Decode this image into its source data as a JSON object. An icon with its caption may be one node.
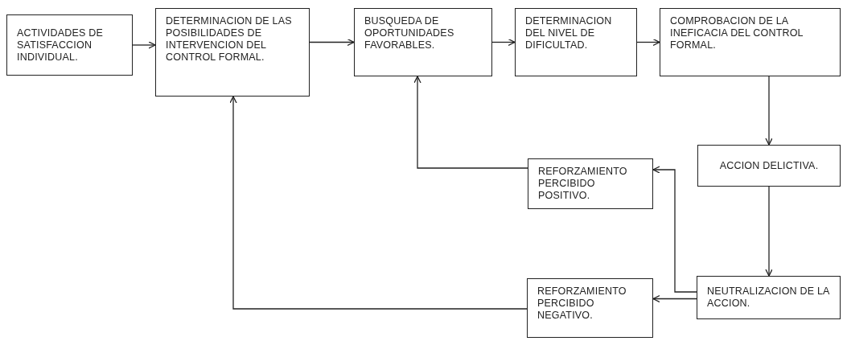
{
  "diagram": {
    "nodes": [
      {
        "text": [
          "ACTIVIDADES DE SATISFACCION INDIVIDUAL."
        ]
      },
      {
        "text": [
          "DETERMINACION DE LAS POSIBILIDADES DE INTERVENCION DEL CONTROL FORMAL."
        ]
      },
      {
        "text": [
          "BUSQUEDA DE OPORTUNIDADES FAVORABLES."
        ]
      },
      {
        "text": [
          "DETERMINACION DEL NIVEL DE DIFICULTAD."
        ]
      },
      {
        "text": [
          "COMPROBACION DE LA INEFICACIA DEL CONTROL FORMAL."
        ]
      },
      {
        "text": [
          "ACCION DELICTIVA."
        ]
      },
      {
        "text": [
          "REFORZAMIENTO PERCIBIDO POSITIVO."
        ]
      },
      {
        "text": [
          "NEUTRALIZACION DE LA ACCION."
        ]
      },
      {
        "text": [
          "REFORZAMIENTO PERCIBIDO NEGATIVO."
        ]
      }
    ],
    "edges": [
      {
        "from": 0,
        "to": 1,
        "arrow": "to"
      },
      {
        "from": 1,
        "to": 2,
        "arrow": "to"
      },
      {
        "from": 2,
        "to": 3,
        "arrow": "to"
      },
      {
        "from": 3,
        "to": 4,
        "arrow": "to"
      },
      {
        "from": 4,
        "to": 5,
        "arrow": "to"
      },
      {
        "from": 5,
        "to": 7,
        "arrow": "to"
      },
      {
        "from": 7,
        "to": 6,
        "arrow": "to"
      },
      {
        "from": 7,
        "to": 8,
        "arrow": "to"
      },
      {
        "from": 6,
        "to": 2,
        "arrow": "to"
      },
      {
        "from": 8,
        "to": 1,
        "arrow": "to"
      }
    ]
  }
}
